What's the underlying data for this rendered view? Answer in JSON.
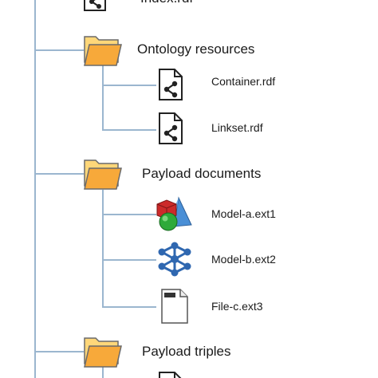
{
  "tree": {
    "top_item": {
      "label": "Index.rdf",
      "icon": "rdf-file-icon"
    },
    "folders": [
      {
        "label": "Ontology resources",
        "icon": "folder-icon",
        "children": [
          {
            "label": "Container.rdf",
            "icon": "rdf-file-icon"
          },
          {
            "label": "Linkset.rdf",
            "icon": "rdf-file-icon"
          }
        ]
      },
      {
        "label": "Payload documents",
        "icon": "folder-icon",
        "children": [
          {
            "label": "Model-a.ext1",
            "icon": "3d-shapes-icon"
          },
          {
            "label": "Model-b.ext2",
            "icon": "molecule-network-icon"
          },
          {
            "label": "File-c.ext3",
            "icon": "file-icon"
          }
        ]
      },
      {
        "label": "Payload triples",
        "icon": "folder-icon",
        "children": []
      }
    ],
    "bottom_cut_item": {
      "icon": "rdf-file-icon"
    },
    "colors": {
      "connector": "#9bb6cf",
      "folder_front": "#f7a93a",
      "folder_back": "#ffd779",
      "shape_red": "#cc2a2a",
      "shape_green": "#2eaa3a",
      "shape_blue": "#4a8fd6",
      "molecule_blue": "#2f67b0",
      "text": "#1b1b1b"
    }
  }
}
